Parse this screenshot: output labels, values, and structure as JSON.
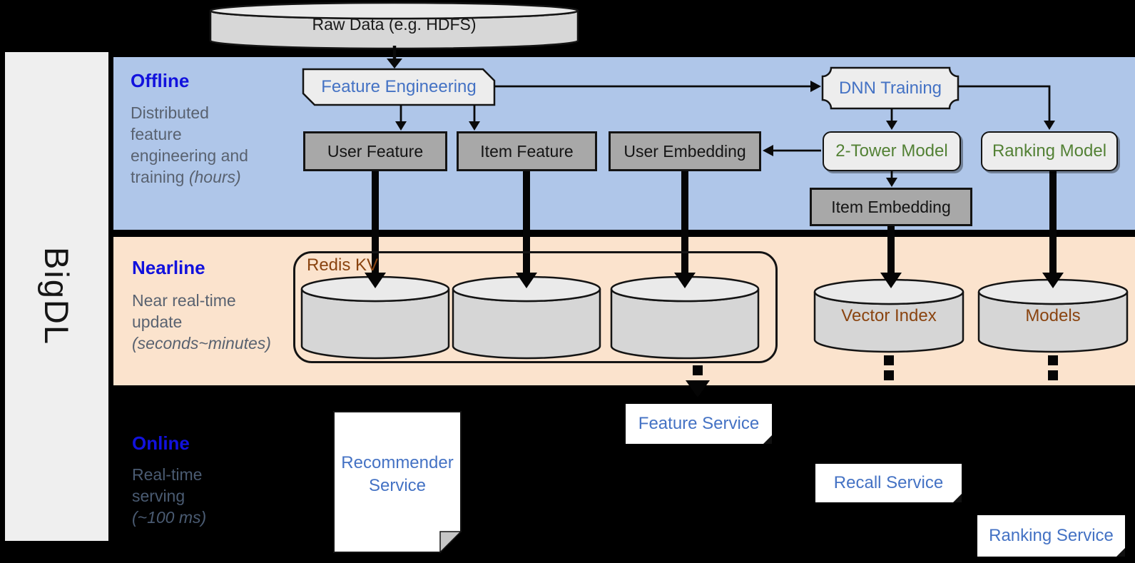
{
  "brand": "BigDL",
  "top": {
    "raw_data": "Raw Data (e.g. HDFS)"
  },
  "sections": {
    "offline": {
      "title": "Offline",
      "desc": [
        "Distributed",
        "feature",
        "engineering and",
        "training"
      ],
      "desc_italic": "(hours)"
    },
    "nearline": {
      "title": "Nearline",
      "desc": [
        "Near real-time",
        "update"
      ],
      "desc_italic": "(seconds~minutes)"
    },
    "online": {
      "title": "Online",
      "desc": [
        "Real-time",
        "serving"
      ],
      "desc_italic": "(~100 ms)"
    }
  },
  "nodes": {
    "feature_engineering": "Feature Engineering",
    "dnn_training": "DNN Training",
    "user_feature": "User Feature",
    "item_feature": "Item Feature",
    "user_embedding": "User Embedding",
    "two_tower_model": "2-Tower Model",
    "ranking_model": "Ranking Model",
    "item_embedding": "Item Embedding",
    "redis_kv": "Redis KV",
    "vector_index": "Vector Index",
    "models": "Models",
    "feature_service": "Feature Service",
    "recall_service": "Recall Service",
    "ranking_service": "Ranking Service",
    "recommender_service": "Recommender Service"
  },
  "colors": {
    "offline_bg": "#afc6e9",
    "nearline_bg": "#fbe3cd",
    "online_bg": "#000000",
    "sidebar_bg": "#efefef",
    "section_title": "#1212dd",
    "desc_text": "#596270",
    "blue_node_text": "#4472c4",
    "green_node_text": "#538135",
    "brown_text": "#8a4410",
    "gray_box_bg": "#a8a8a8",
    "light_box_bg": "#ededed",
    "cylinder_bg": "#d6d6d6"
  }
}
